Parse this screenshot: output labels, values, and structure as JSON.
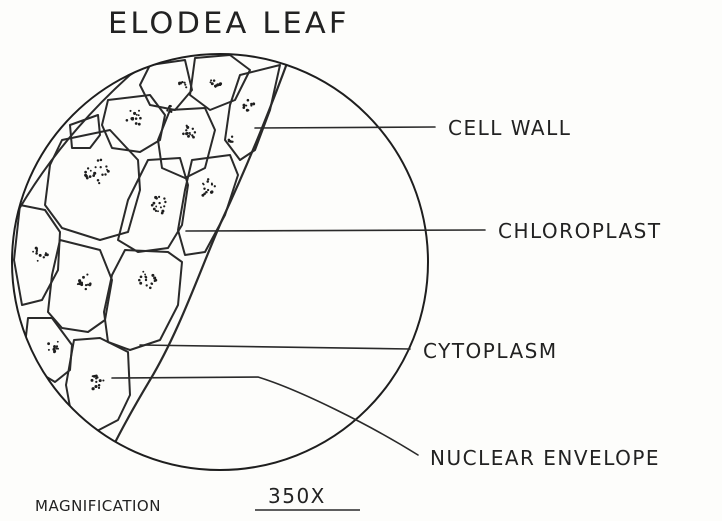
{
  "title": "ELODEA LEAF",
  "labels": {
    "cell_wall": "CELL WALL",
    "chloroplast": "CHLOROPLAST",
    "cytoplasm": "CYTOPLASM",
    "nuclear_envelope": "NUCLEAR ENVELOPE"
  },
  "magnification": {
    "label": "MAGNIFICATION",
    "value": "350X"
  },
  "colors": {
    "ink": "#1e1e1e",
    "paper": "#fdfdfb"
  }
}
